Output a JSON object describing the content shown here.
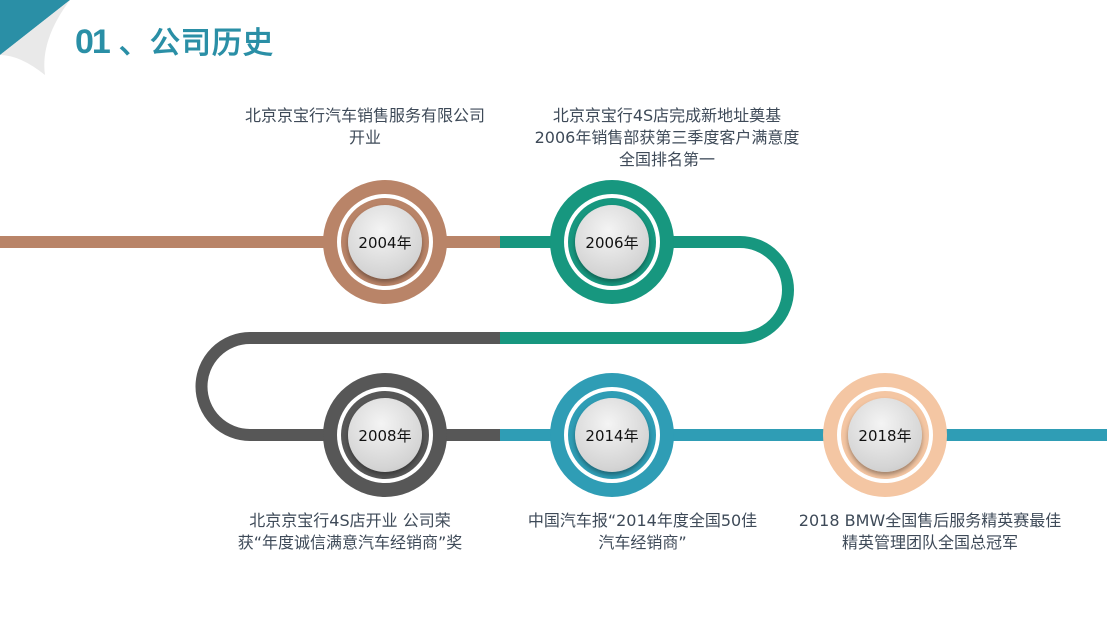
{
  "title": {
    "number": "01",
    "separator": "、",
    "text": "公司历史"
  },
  "colors": {
    "brown": "#b98468",
    "green": "#17977f",
    "gray": "#575757",
    "blue": "#2f9db5",
    "peach": "#f4c6a3",
    "title": "#2a8fa6"
  },
  "milestones": [
    {
      "year": "2004年",
      "description": "北京京宝行汽车销售服务有限公司开业"
    },
    {
      "year": "2006年",
      "description": "北京京宝行4S店完成新地址奠基 2006年销售部获第三季度客户满意度全国排名第一"
    },
    {
      "year": "2008年",
      "description": "北京京宝行4S店开业 公司荣获“年度诚信满意汽车经销商”奖"
    },
    {
      "year": "2014年",
      "description": "中国汽车报“2014年度全国50佳汽车经销商”"
    },
    {
      "year": "2018年",
      "description": "2018 BMW全国售后服务精英赛最佳精英管理团队全国总冠军"
    }
  ]
}
